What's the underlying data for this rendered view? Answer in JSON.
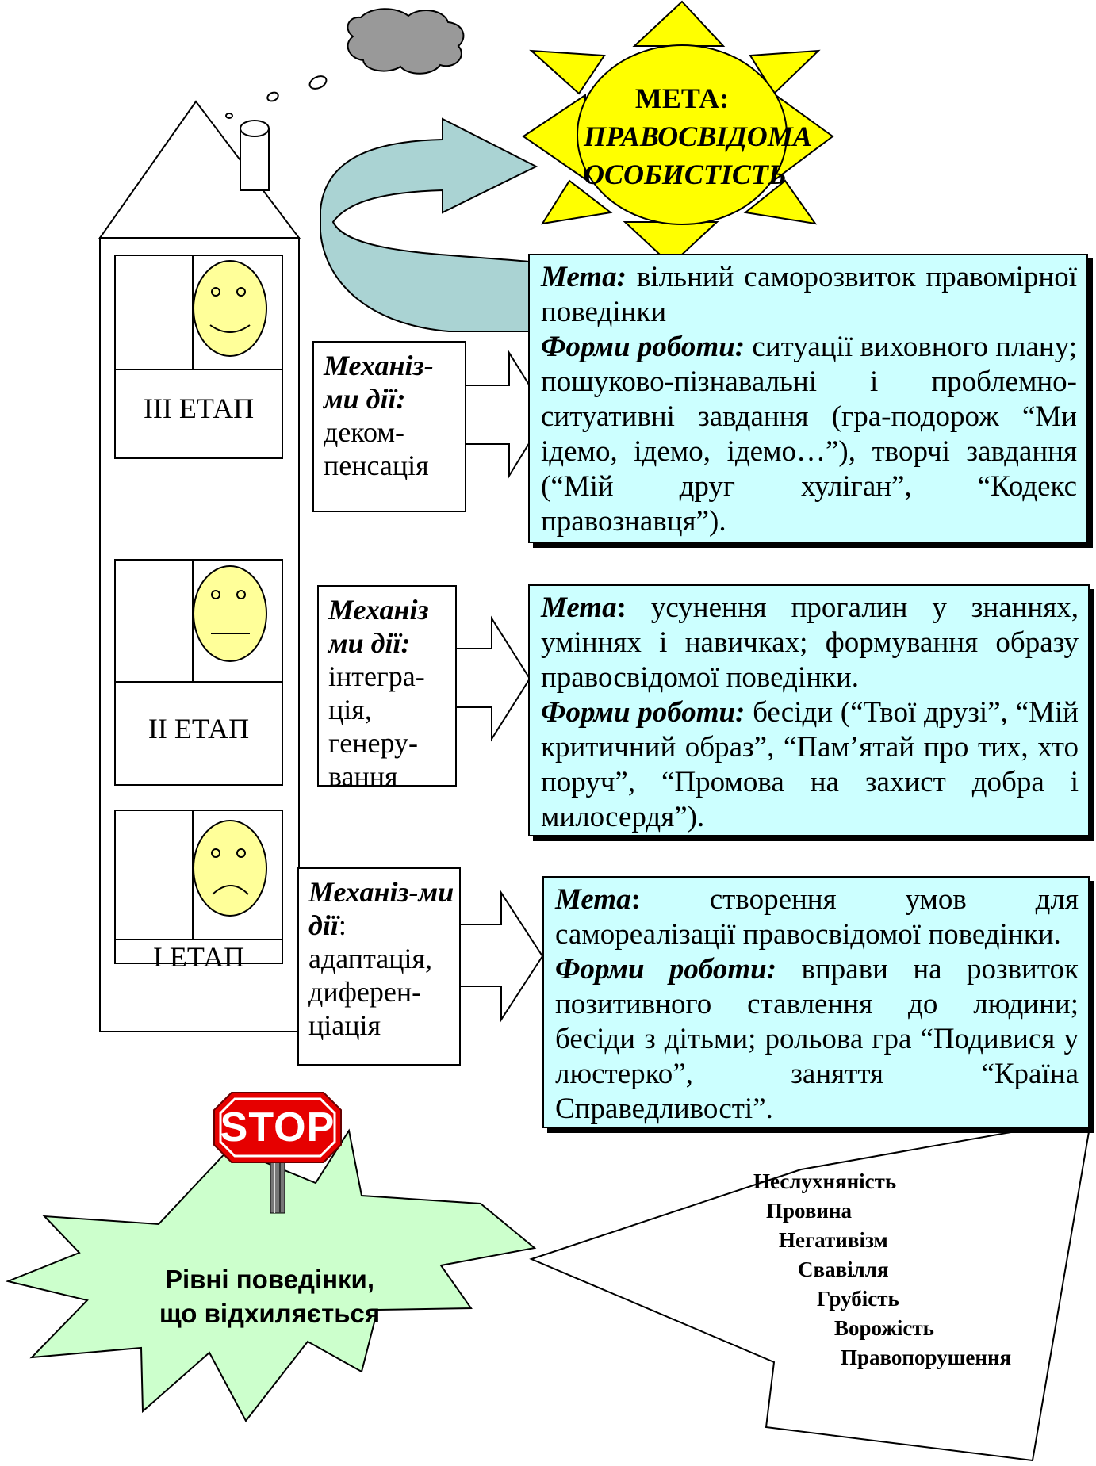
{
  "goal": {
    "title": "МЕТА:",
    "subtitle": "ПРАВОСВІДОМА ОСОБИСТІСТЬ"
  },
  "stages": [
    {
      "label": "III ЕТАП",
      "mood": "happy"
    },
    {
      "label": "II ЕТАП",
      "mood": "neutral"
    },
    {
      "label": "I ЕТАП",
      "mood": "sad"
    }
  ],
  "mechanisms": [
    {
      "heading": "Механіз-ми дії:",
      "body": "деком-пенсація"
    },
    {
      "heading": "Механіз ми дії:",
      "body": "інтегра-ція, генеру-вання"
    },
    {
      "heading": "Механіз-ми дії",
      "colon": ":",
      "body": "адаптація, диферен-ціація"
    }
  ],
  "blocks": [
    {
      "goal_label": "Мета:",
      "goal_text": " вільний саморозвиток правомірної поведінки",
      "forms_label": "Форми роботи:",
      "forms_text": " ситуації виховного плану; пошуково-пізнавальні і проблемно-ситуативні завдання (гра-подорож “Ми ідемо, ідемо, ідемо…”), творчі завдання (“Мій друг хуліган”, “Кодекс правознавця”)."
    },
    {
      "goal_label": "Мета",
      "goal_colon": ":",
      "goal_text": " усунення прогалин у знаннях, уміннях і навичках; формування образу правосвідомої поведінки.",
      "forms_label": "Форми роботи:",
      "forms_text": " бесіди (“Твої друзі”, “Мій критичний образ”, “Пам’ятай про тих, хто поруч”, “Промова на захист добра і милосердя”)."
    },
    {
      "goal_label": "Мета",
      "goal_colon": ":",
      "goal_text": " створення умов для самореалізації правосвідомої поведінки.",
      "forms_label": "Форми роботи:",
      "forms_text": " вправи на розвиток позитивного ставлення до людини; бесіди з дітьми; рольова гра “Подивися у люстерко”, заняття “Країна Справедливості”."
    }
  ],
  "stop_sign": "STOP",
  "deviation": {
    "title_line1": "Рівні поведінки,",
    "title_line2": "що відхиляється"
  },
  "levels": [
    "Неслухняність",
    "Провина",
    "Негативізм",
    "Свавілля",
    "Грубість",
    "Ворожість",
    "Правопорушення"
  ],
  "colors": {
    "info_fill": "#ccffff",
    "sun_fill": "#ffff00",
    "face_fill": "#ffff99",
    "star_fill": "#ccffcc",
    "arrow_fill": "#aad3d3",
    "cloud_fill": "#999999",
    "stop_red": "#e60000"
  }
}
